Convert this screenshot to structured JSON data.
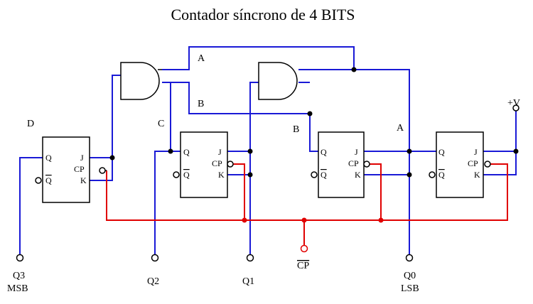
{
  "title": "Contador síncrono de 4 BITS",
  "colors": {
    "data_wire": "#1a1ad6",
    "clock_wire": "#e00000",
    "outline": "#000000",
    "background": "#ffffff"
  },
  "flipflops": [
    {
      "id": "ff3",
      "label": "D",
      "pins": {
        "q": "Q",
        "qbar": "Q",
        "j": "J",
        "cp": "CP",
        "k": "K"
      }
    },
    {
      "id": "ff2",
      "label": "C",
      "pins": {
        "q": "Q",
        "qbar": "Q",
        "j": "J",
        "cp": "CP",
        "k": "K"
      }
    },
    {
      "id": "ff1",
      "label": "B",
      "pins": {
        "q": "Q",
        "qbar": "Q",
        "j": "J",
        "cp": "CP",
        "k": "K"
      }
    },
    {
      "id": "ff0",
      "label": "A",
      "pins": {
        "q": "Q",
        "qbar": "Q",
        "j": "J",
        "cp": "CP",
        "k": "K"
      }
    }
  ],
  "wire_labels": {
    "gate1_a": "A",
    "gate1_b": "B",
    "vcc": "+V"
  },
  "outputs": [
    {
      "name": "Q3",
      "note": "MSB"
    },
    {
      "name": "Q2",
      "note": ""
    },
    {
      "name": "Q1",
      "note": ""
    },
    {
      "name": "Q0",
      "note": "LSB"
    }
  ],
  "clock_input": "CP"
}
